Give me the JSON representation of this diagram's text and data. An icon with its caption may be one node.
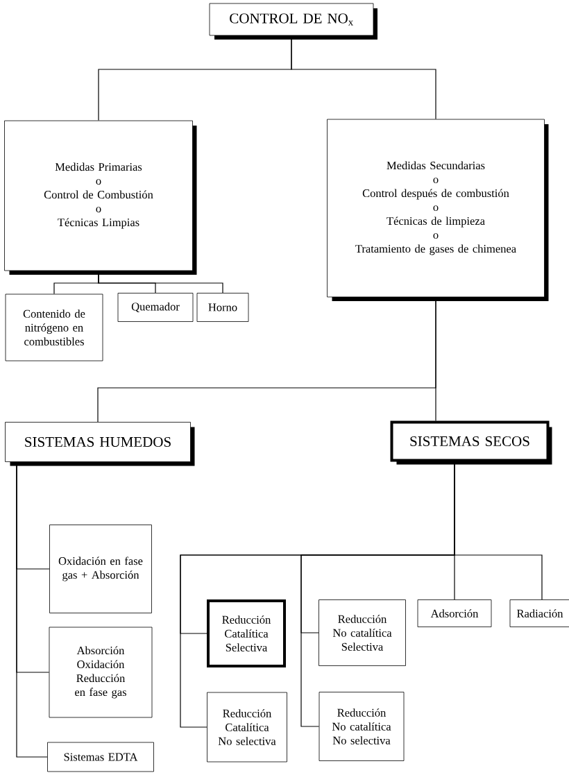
{
  "diagram": {
    "nodes": [
      {
        "text": [
          "CONTROL DE NO$_{x}$"
        ]
      },
      {
        "text": [
          "Medidas Primarias",
          "o",
          "Control de Combustión",
          "o",
          "Técnicas Limpias"
        ]
      },
      {
        "text": [
          "Medidas Secundarias",
          "o",
          "Control después de combustión",
          "o",
          "Técnicas de limpieza",
          "o",
          "Tratamiento de gases de chimenea"
        ]
      },
      {
        "text": [
          "Contenido de nitrógeno en combustibles"
        ]
      },
      {
        "text": [
          "Quemador"
        ]
      },
      {
        "text": [
          "Horno"
        ]
      },
      {
        "text": [
          "SISTEMAS HUMEDOS"
        ]
      },
      {
        "text": [
          "SISTEMAS SECOS"
        ]
      },
      {
        "text": [
          "Oxidación en fase gas + Absorción"
        ]
      },
      {
        "text": [
          "Absorción Oxidación Reducción en fase gas"
        ]
      },
      {
        "text": [
          "Sistemas EDTA"
        ]
      },
      {
        "text": [
          "Reducción Catalítica Selectiva"
        ]
      },
      {
        "text": [
          "Reducción Catalítica No selectiva"
        ]
      },
      {
        "text": [
          "Reducción No catalítica Selectiva"
        ]
      },
      {
        "text": [
          "Reducción No catalítica No selectiva"
        ]
      },
      {
        "text": [
          "Adsorción"
        ]
      },
      {
        "text": [
          "Radiación"
        ]
      }
    ],
    "edges": [
      {
        "from": 0,
        "to": 1,
        "arrow": "none"
      },
      {
        "from": 0,
        "to": 2,
        "arrow": "none"
      },
      {
        "from": 1,
        "to": 3,
        "arrow": "none"
      },
      {
        "from": 1,
        "to": 4,
        "arrow": "none"
      },
      {
        "from": 1,
        "to": 5,
        "arrow": "none"
      },
      {
        "from": 2,
        "to": 6,
        "arrow": "none"
      },
      {
        "from": 2,
        "to": 7,
        "arrow": "none"
      },
      {
        "from": 6,
        "to": 8,
        "arrow": "none"
      },
      {
        "from": 6,
        "to": 9,
        "arrow": "none"
      },
      {
        "from": 6,
        "to": 10,
        "arrow": "none"
      },
      {
        "from": 7,
        "to": 11,
        "arrow": "none"
      },
      {
        "from": 7,
        "to": 12,
        "arrow": "none"
      },
      {
        "from": 7,
        "to": 13,
        "arrow": "none"
      },
      {
        "from": 7,
        "to": 14,
        "arrow": "none"
      },
      {
        "from": 7,
        "to": 15,
        "arrow": "none"
      },
      {
        "from": 7,
        "to": 16,
        "arrow": "none"
      }
    ]
  }
}
